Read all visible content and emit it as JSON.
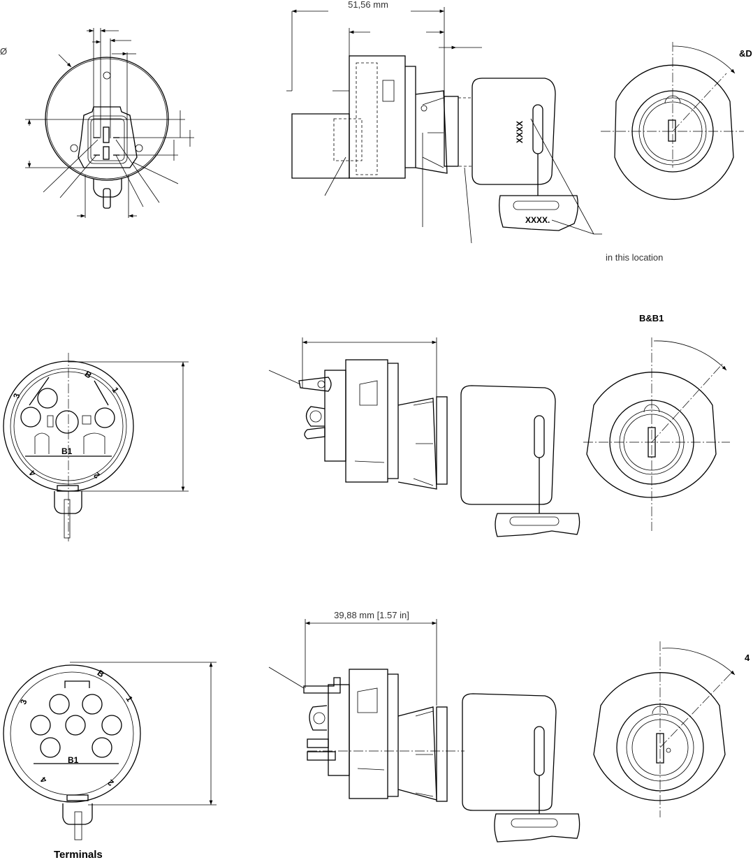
{
  "row1": {
    "diameter_symbol": "Ø",
    "overall_length": "51,56 mm",
    "key_marking_vertical": "XXXX",
    "key_marking_tag": "XXXX.",
    "marking_note": "in this location",
    "position_label": "&D"
  },
  "row2": {
    "position_label": "B&B1",
    "terminal_labels": {
      "b": "B",
      "one": "1",
      "two": "2",
      "three": "3",
      "four": "4",
      "b1": "B1"
    }
  },
  "row3": {
    "dimension": "39,88 mm [1.57 in]",
    "position_label": "4",
    "caption": "Terminals",
    "terminal_labels": {
      "b": "B",
      "one": "1",
      "two": "2",
      "three": "3",
      "four": "4",
      "b1": "B1"
    }
  }
}
